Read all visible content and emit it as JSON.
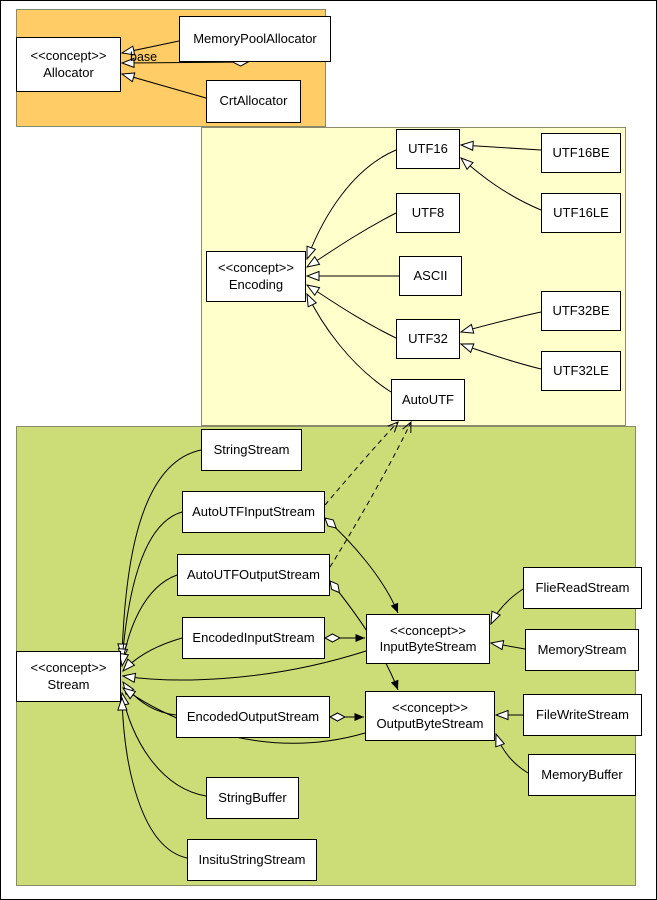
{
  "labels": {
    "base": "base",
    "stereotype": "<<concept>>"
  },
  "colors": {
    "allocator_region": "#FFCC66",
    "encoding_region": "#FFFFCC",
    "stream_region": "#CCDD77",
    "node_background": "#FFFFFF",
    "line": "#000000"
  },
  "nodes": {
    "allocator": {
      "stereotype": "<<concept>>",
      "name": "Allocator"
    },
    "memoryPoolAllocator": {
      "name": "MemoryPoolAllocator"
    },
    "crtAllocator": {
      "name": "CrtAllocator"
    },
    "encoding": {
      "stereotype": "<<concept>>",
      "name": "Encoding"
    },
    "utf16": {
      "name": "UTF16"
    },
    "utf8": {
      "name": "UTF8"
    },
    "ascii": {
      "name": "ASCII"
    },
    "utf32": {
      "name": "UTF32"
    },
    "autoUtf": {
      "name": "AutoUTF"
    },
    "utf16be": {
      "name": "UTF16BE"
    },
    "utf16le": {
      "name": "UTF16LE"
    },
    "utf32be": {
      "name": "UTF32BE"
    },
    "utf32le": {
      "name": "UTF32LE"
    },
    "stream": {
      "stereotype": "<<concept>>",
      "name": "Stream"
    },
    "stringStream": {
      "name": "StringStream"
    },
    "autoUtfInputStream": {
      "name": "AutoUTFInputStream"
    },
    "autoUtfOutputStream": {
      "name": "AutoUTFOutputStream"
    },
    "encodedInputStream": {
      "name": "EncodedInputStream"
    },
    "encodedOutputStream": {
      "name": "EncodedOutputStream"
    },
    "stringBuffer": {
      "name": "StringBuffer"
    },
    "insituStringStream": {
      "name": "InsituStringStream"
    },
    "inputByteStream": {
      "stereotype": "<<concept>>",
      "name": "InputByteStream"
    },
    "outputByteStream": {
      "stereotype": "<<concept>>",
      "name": "OutputByteStream"
    },
    "flieReadStream": {
      "name": "FlieReadStream"
    },
    "memoryStream": {
      "name": "MemoryStream"
    },
    "fileWriteStream": {
      "name": "FileWriteStream"
    },
    "memoryBuffer": {
      "name": "MemoryBuffer"
    }
  },
  "edges": [
    {
      "from": "MemoryPoolAllocator",
      "to": "Allocator",
      "type": "realization"
    },
    {
      "from": "MemoryPoolAllocator",
      "to": "Allocator",
      "type": "aggregation",
      "label": "base"
    },
    {
      "from": "CrtAllocator",
      "to": "Allocator",
      "type": "realization"
    },
    {
      "from": "UTF16",
      "to": "Encoding",
      "type": "realization"
    },
    {
      "from": "UTF8",
      "to": "Encoding",
      "type": "realization"
    },
    {
      "from": "ASCII",
      "to": "Encoding",
      "type": "realization"
    },
    {
      "from": "UTF32",
      "to": "Encoding",
      "type": "realization"
    },
    {
      "from": "AutoUTF",
      "to": "Encoding",
      "type": "realization"
    },
    {
      "from": "UTF16BE",
      "to": "UTF16",
      "type": "realization"
    },
    {
      "from": "UTF16LE",
      "to": "UTF16",
      "type": "realization"
    },
    {
      "from": "UTF32BE",
      "to": "UTF32",
      "type": "realization"
    },
    {
      "from": "UTF32LE",
      "to": "UTF32",
      "type": "realization"
    },
    {
      "from": "StringStream",
      "to": "Stream",
      "type": "realization"
    },
    {
      "from": "AutoUTFInputStream",
      "to": "Stream",
      "type": "realization"
    },
    {
      "from": "AutoUTFOutputStream",
      "to": "Stream",
      "type": "realization"
    },
    {
      "from": "EncodedInputStream",
      "to": "Stream",
      "type": "realization"
    },
    {
      "from": "EncodedOutputStream",
      "to": "Stream",
      "type": "realization"
    },
    {
      "from": "StringBuffer",
      "to": "Stream",
      "type": "realization"
    },
    {
      "from": "InsituStringStream",
      "to": "Stream",
      "type": "realization"
    },
    {
      "from": "InputByteStream",
      "to": "Stream",
      "type": "realization"
    },
    {
      "from": "OutputByteStream",
      "to": "Stream",
      "type": "realization"
    },
    {
      "from": "AutoUTFInputStream",
      "to": "AutoUTF",
      "type": "dependency"
    },
    {
      "from": "AutoUTFOutputStream",
      "to": "AutoUTF",
      "type": "dependency"
    },
    {
      "from": "AutoUTFInputStream",
      "to": "InputByteStream",
      "type": "aggregation"
    },
    {
      "from": "AutoUTFOutputStream",
      "to": "OutputByteStream",
      "type": "aggregation"
    },
    {
      "from": "EncodedInputStream",
      "to": "InputByteStream",
      "type": "aggregation"
    },
    {
      "from": "EncodedOutputStream",
      "to": "OutputByteStream",
      "type": "aggregation"
    },
    {
      "from": "FlieReadStream",
      "to": "InputByteStream",
      "type": "realization"
    },
    {
      "from": "MemoryStream",
      "to": "InputByteStream",
      "type": "realization"
    },
    {
      "from": "FileWriteStream",
      "to": "OutputByteStream",
      "type": "realization"
    },
    {
      "from": "MemoryBuffer",
      "to": "OutputByteStream",
      "type": "realization"
    }
  ]
}
